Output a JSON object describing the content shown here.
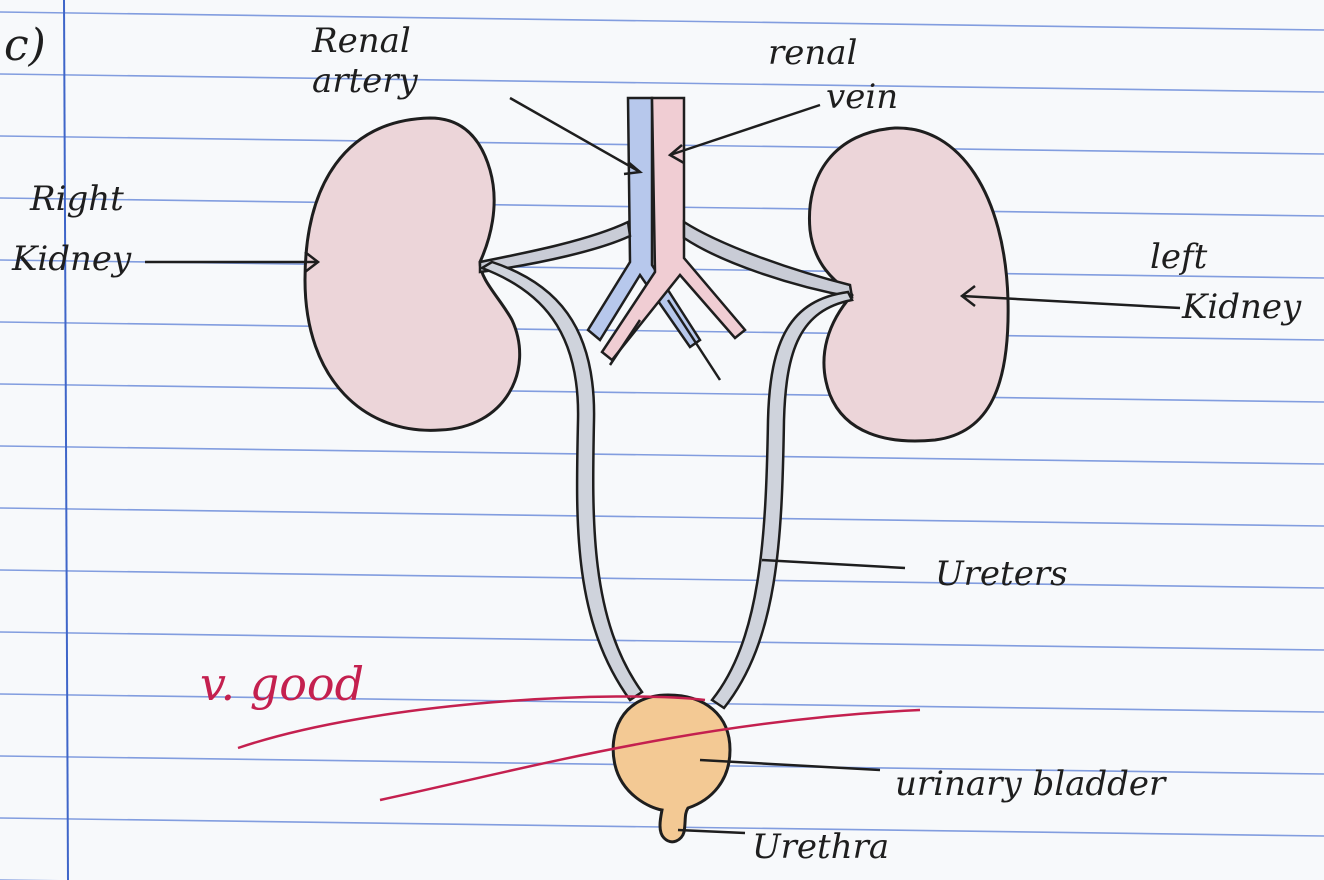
{
  "page": {
    "question_marker": "c)",
    "teacher_mark": "v. good"
  },
  "labels": {
    "renal_artery_line1": "Renal",
    "renal_artery_line2": "artery",
    "renal_vein_line1": "renal",
    "renal_vein_line2": "vein",
    "right_kidney_line1": "Right",
    "right_kidney_line2": "Kidney",
    "left_kidney_line1": "left",
    "left_kidney_line2": "Kidney",
    "ureters": "Ureters",
    "urinary_bladder": "urinary bladder",
    "urethra": "Urethra"
  },
  "colors": {
    "paper": "#f7f9fb",
    "ruled_line": "#5b7fd6",
    "margin_line": "#3f66c9",
    "kidney_fill": "#ecd5d9",
    "vein_blue": "#b7c8ec",
    "artery_pink": "#f0cdd3",
    "bladder_fill": "#f3c994",
    "ureter_fill": "#cfd3dc",
    "ink": "#1e1e1e",
    "red_pen": "#c4204f"
  }
}
